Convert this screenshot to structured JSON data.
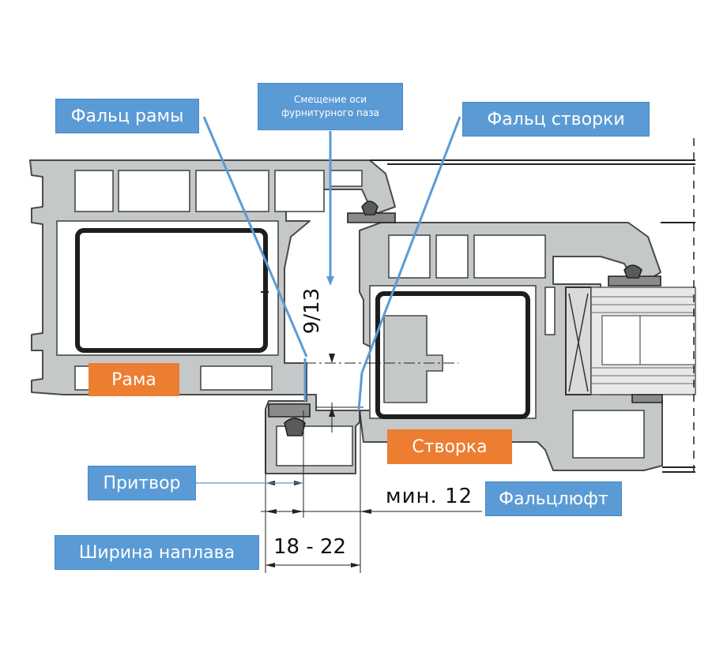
{
  "callouts": {
    "frame_rebate": "Фальц рамы",
    "axis_offset_line1": "Смещение оси",
    "axis_offset_line2": "фурнитурного паза",
    "sash_rebate": "Фальц створки",
    "rebate_stop": "Притвор",
    "rebate_clearance": "Фальцлюфт",
    "overlap_width": "Ширина наплава"
  },
  "tags": {
    "frame": "Рама",
    "sash": "Створка"
  },
  "dimensions": {
    "axis_offset": "9/13",
    "min_clearance": "мин. 12",
    "overlap": "18 - 22"
  },
  "colors": {
    "callout": "#5b9bd5",
    "tag": "#ed7d31",
    "profile_fill": "#c5c8c8",
    "profile_stroke": "#4a4a4a",
    "leader_line": "#5b9bd5"
  }
}
